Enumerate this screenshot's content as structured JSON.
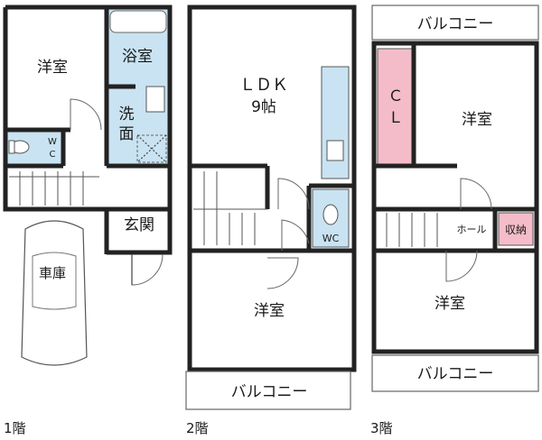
{
  "floors": [
    {
      "label": "1階",
      "rooms": {
        "western": "洋室",
        "bath": "浴室",
        "washroom_line1": "洗",
        "washroom_line2": "面",
        "wc_line1": "W",
        "wc_line2": "C",
        "entrance": "玄関",
        "garage": "車庫"
      }
    },
    {
      "label": "2階",
      "rooms": {
        "ldk": "ＬＤＫ",
        "ldk_size": "9帖",
        "wc": "WC",
        "western": "洋室",
        "balcony": "バルコニー"
      }
    },
    {
      "label": "3階",
      "rooms": {
        "balcony_top": "バルコニー",
        "closet_line1": "Ｃ",
        "closet_line2": "Ｌ",
        "western_top": "洋室",
        "hall": "ホール",
        "storage": "収納",
        "western_bottom": "洋室",
        "balcony_bottom": "バルコニー"
      }
    }
  ],
  "colors": {
    "wet_area": "#c9e3f2",
    "closet": "#f4bcc9",
    "wall": "#222222"
  }
}
